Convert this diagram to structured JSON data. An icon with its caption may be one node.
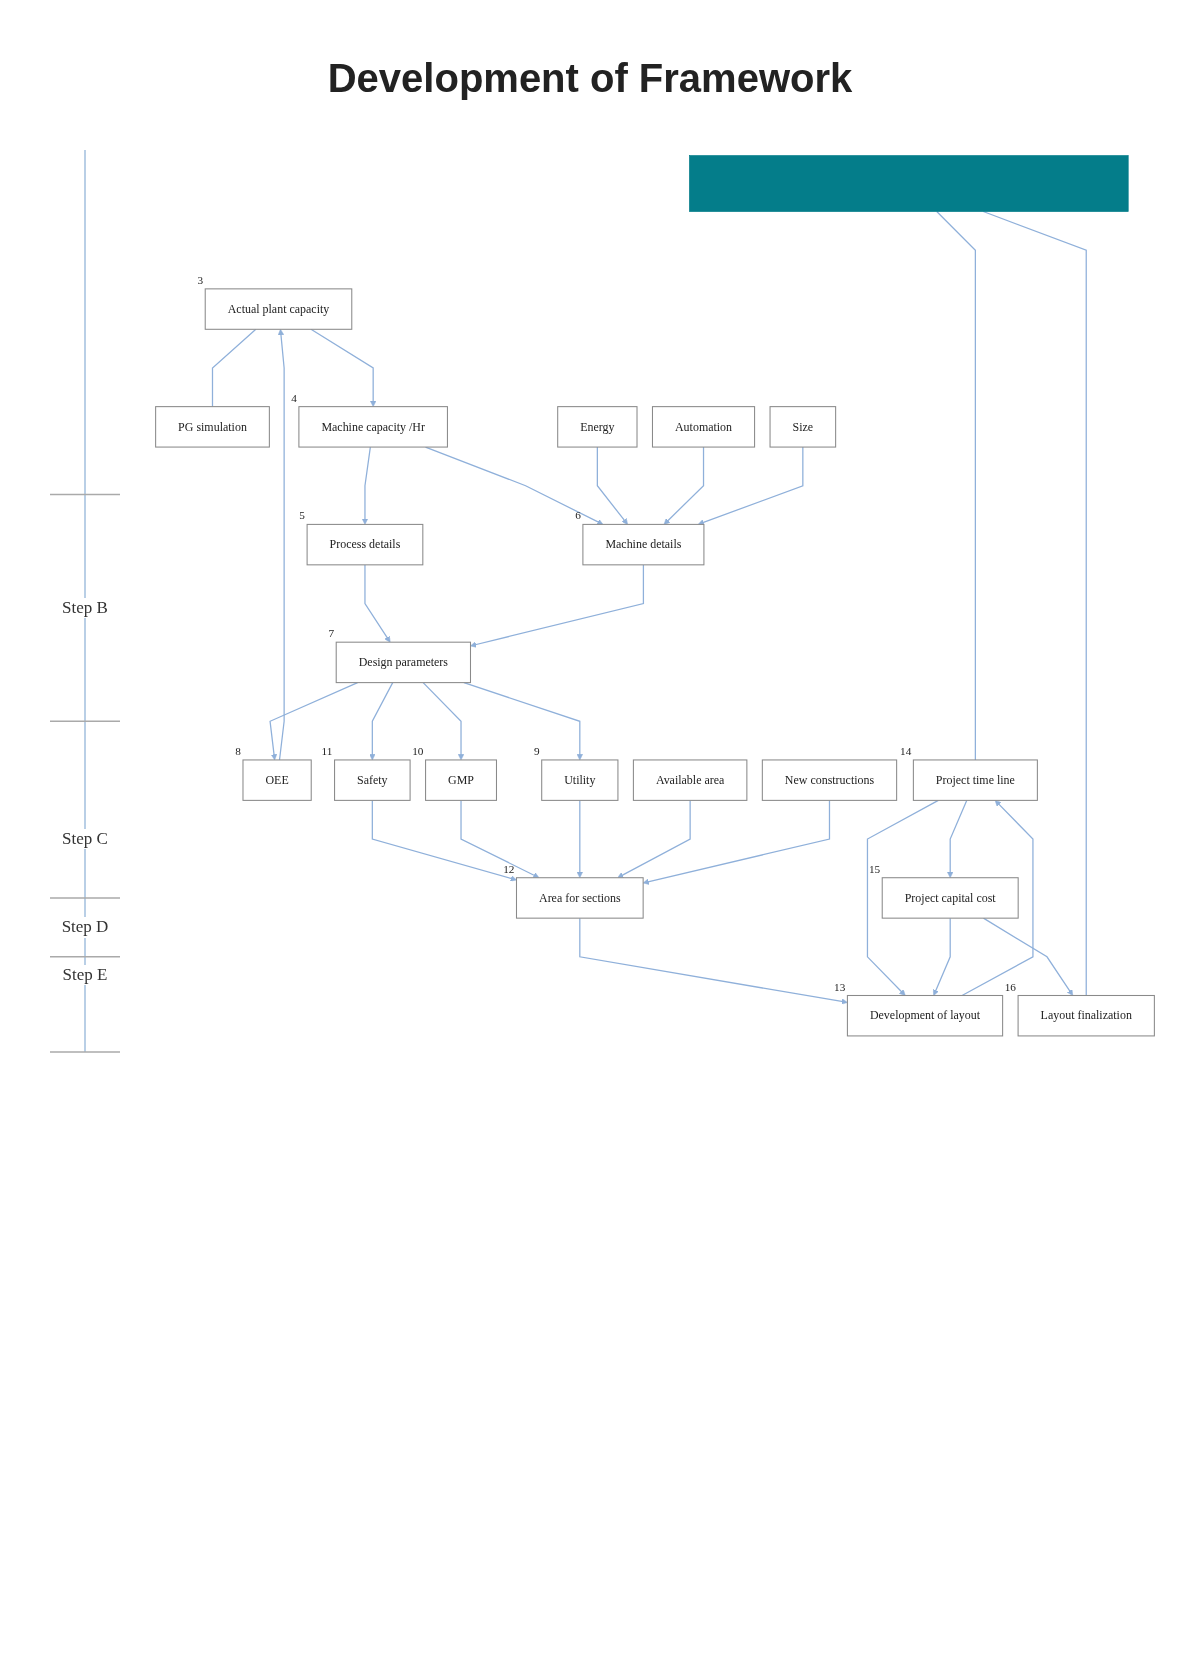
{
  "diagram": {
    "title": "Development of Framework",
    "nodes": [
      {
        "text": [],
        "shape": "bar"
      },
      {
        "text": [
          "Actual plant capacity"
        ],
        "beside": [
          "3"
        ]
      },
      {
        "text": [
          "PG simulation"
        ]
      },
      {
        "text": [
          "Machine capacity /Hr"
        ],
        "beside": [
          "4"
        ]
      },
      {
        "text": [
          "Energy"
        ]
      },
      {
        "text": [
          "Process details"
        ],
        "beside": [
          "5"
        ]
      },
      {
        "text": [
          "Machine details"
        ],
        "beside": [
          "6"
        ]
      },
      {
        "text": [
          "Automation"
        ]
      },
      {
        "text": [
          "Size"
        ]
      },
      {
        "text": [
          "OEE"
        ],
        "beside": [
          "8"
        ]
      },
      {
        "text": [
          "Design parameters"
        ],
        "beside": [
          "7"
        ]
      },
      {
        "text": [
          "Safety"
        ],
        "beside": [
          "11"
        ]
      },
      {
        "text": [
          "GMP"
        ],
        "beside": [
          "10"
        ]
      },
      {
        "text": [
          "Utility"
        ],
        "beside": [
          "9"
        ]
      },
      {
        "text": [
          "Available area"
        ]
      },
      {
        "text": [
          "Area for sections"
        ],
        "beside": [
          "12"
        ]
      },
      {
        "text": [
          "New constructions"
        ]
      },
      {
        "text": [
          "Development of layout"
        ],
        "beside": [
          "13"
        ]
      },
      {
        "text": [
          "Project time line"
        ],
        "beside": [
          "14"
        ]
      },
      {
        "text": [
          "Project capital cost"
        ],
        "beside": [
          "15"
        ]
      },
      {
        "text": [
          "Layout finalization"
        ],
        "beside": [
          "16"
        ]
      }
    ],
    "edges": [
      {
        "from": 1,
        "to": 2,
        "arrow": "none"
      },
      {
        "from": 1,
        "to": 3,
        "arrow": "to"
      },
      {
        "from": 3,
        "to": 5,
        "arrow": "to"
      },
      {
        "from": 3,
        "to": 6,
        "arrow": "to"
      },
      {
        "from": 4,
        "to": 6,
        "arrow": "to"
      },
      {
        "from": 7,
        "to": 6,
        "arrow": "to"
      },
      {
        "from": 8,
        "to": 6,
        "arrow": "to"
      },
      {
        "from": 5,
        "to": 10,
        "arrow": "to"
      },
      {
        "from": 6,
        "to": 10,
        "arrow": "to"
      },
      {
        "from": 10,
        "to": 9,
        "arrow": "to"
      },
      {
        "from": 9,
        "to": 1,
        "arrow": "to"
      },
      {
        "from": 10,
        "to": 11,
        "arrow": "to"
      },
      {
        "from": 10,
        "to": 12,
        "arrow": "to"
      },
      {
        "from": 10,
        "to": 13,
        "arrow": "to"
      },
      {
        "from": 11,
        "to": 15,
        "arrow": "to"
      },
      {
        "from": 12,
        "to": 15,
        "arrow": "to"
      },
      {
        "from": 13,
        "to": 15,
        "arrow": "to"
      },
      {
        "from": 14,
        "to": 15,
        "arrow": "to"
      },
      {
        "from": 16,
        "to": 15,
        "arrow": "to"
      },
      {
        "from": 15,
        "to": 17,
        "arrow": "to"
      },
      {
        "from": 17,
        "to": 18,
        "arrow": "to"
      },
      {
        "from": 18,
        "to": 19,
        "arrow": "to"
      },
      {
        "from": 19,
        "to": 20,
        "arrow": "to"
      },
      {
        "from": 18,
        "to": 17,
        "arrow": "to"
      },
      {
        "from": 19,
        "to": 17,
        "arrow": "to"
      },
      {
        "from": 0,
        "to": 18,
        "arrow": "none"
      },
      {
        "from": 0,
        "to": 20,
        "arrow": "none"
      }
    ],
    "labels": [
      "Step B",
      "Step C",
      "Step D",
      "Step E"
    ]
  }
}
